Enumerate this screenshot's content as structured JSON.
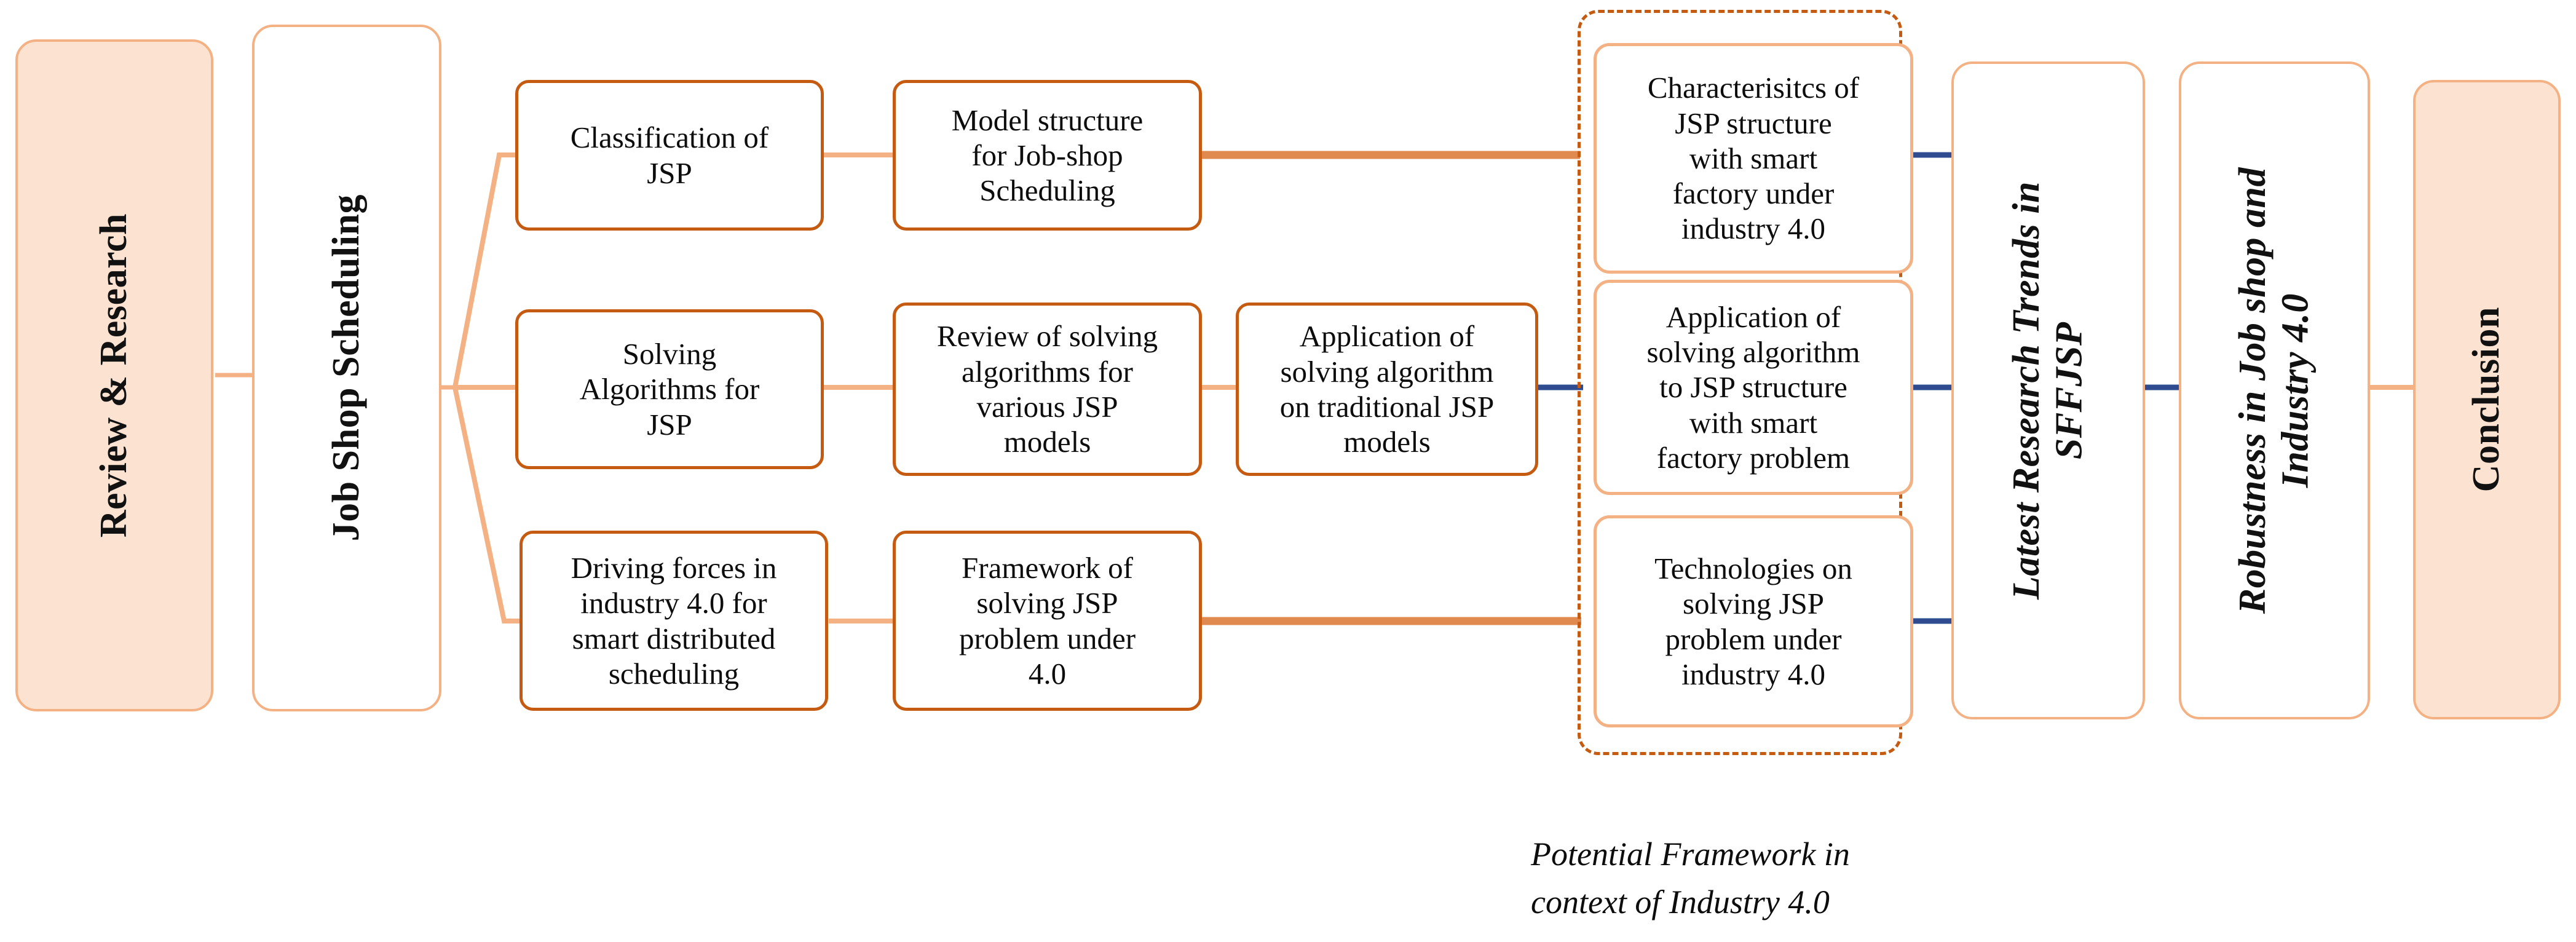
{
  "diagram": {
    "title_caption": "Potential Framework in\ncontext of Industry 4.0",
    "colors": {
      "pillar_border": "#F4B183",
      "pillar_fill": "#FBE2D1",
      "card_border": "#C55A11",
      "soft_border": "#F4B183",
      "connector_orange": "#ED7D31",
      "connector_light": "#F4B183",
      "connector_blue": "#2E4C8F",
      "dashed_group_border": "#C55A11",
      "text": "#0D0D0D",
      "background": "#FFFFFF"
    }
  },
  "pillars": {
    "review_research": "Review & Research",
    "job_shop_scheduling": "Job Shop Scheduling",
    "latest_research_trends": "Latest Research Trends in\nSFFJSP",
    "robustness": "Robustness in Job shop and\nIndustry 4.0",
    "conclusion": "Conclusion"
  },
  "rows": {
    "top": {
      "col1": "Classification of\nJSP",
      "col2": "Model structure\nfor Job-shop\nScheduling",
      "col4": "Characterisitcs of\nJSP structure\nwith smart\nfactory under\nindustry 4.0"
    },
    "middle": {
      "col1": "Solving\nAlgorithms for\nJSP",
      "col2": "Review of solving\nalgorithms for\nvarious JSP\nmodels",
      "col3": "Application of\nsolving algorithm\non traditional JSP\nmodels",
      "col4": "Application of\nsolving algorithm\nto JSP structure\nwith smart\nfactory problem"
    },
    "bottom": {
      "col1": "Driving forces in\nindustry 4.0 for\nsmart distributed\nscheduling",
      "col2": "Framework of\nsolving JSP\nproblem under\n4.0",
      "col4": "Technologies on\nsolving JSP\nproblem under\nindustry 4.0"
    }
  }
}
